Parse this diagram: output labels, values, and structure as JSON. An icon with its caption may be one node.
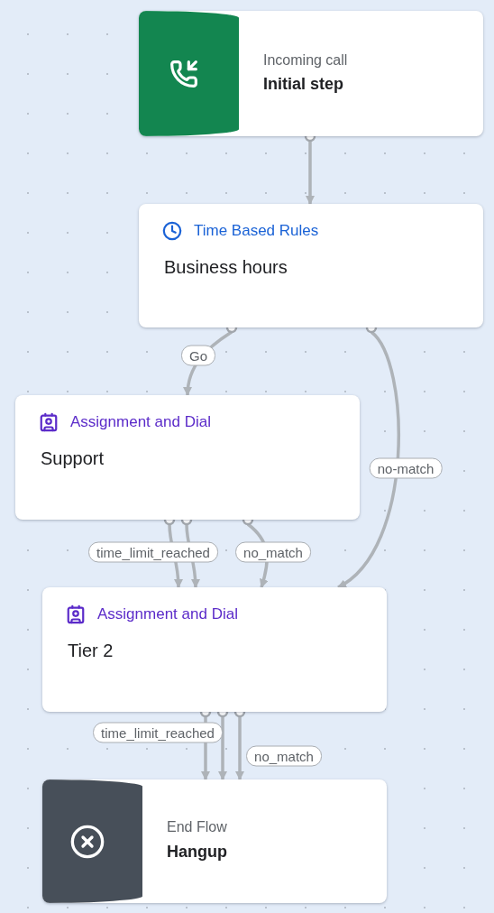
{
  "diagram": {
    "nodes": [
      {
        "text": [
          "Incoming call",
          "Initial step"
        ]
      },
      {
        "text": [
          "Time Based Rules",
          "Business hours"
        ]
      },
      {
        "text": [
          "Assignment and Dial",
          "Support"
        ]
      },
      {
        "text": [
          "Assignment and Dial",
          "Tier 2"
        ]
      },
      {
        "text": [
          "End Flow",
          "Hangup"
        ]
      }
    ],
    "edges": [
      {
        "from": 0,
        "to": 1,
        "arrow": "to"
      },
      {
        "from": 1,
        "to": 2,
        "arrow": "to",
        "label": "Go"
      },
      {
        "from": 1,
        "to": 3,
        "arrow": "to",
        "label": "no-match"
      },
      {
        "from": 2,
        "to": 3,
        "arrow": "to"
      },
      {
        "from": 2,
        "to": 3,
        "arrow": "to",
        "label": "time_limit_reached"
      },
      {
        "from": 2,
        "to": 3,
        "arrow": "to",
        "label": "no_match"
      },
      {
        "from": 3,
        "to": 4,
        "arrow": "to"
      },
      {
        "from": 3,
        "to": 4,
        "arrow": "to",
        "label": "time_limit_reached"
      },
      {
        "from": 3,
        "to": 4,
        "arrow": "to",
        "label": "no_match"
      }
    ]
  }
}
